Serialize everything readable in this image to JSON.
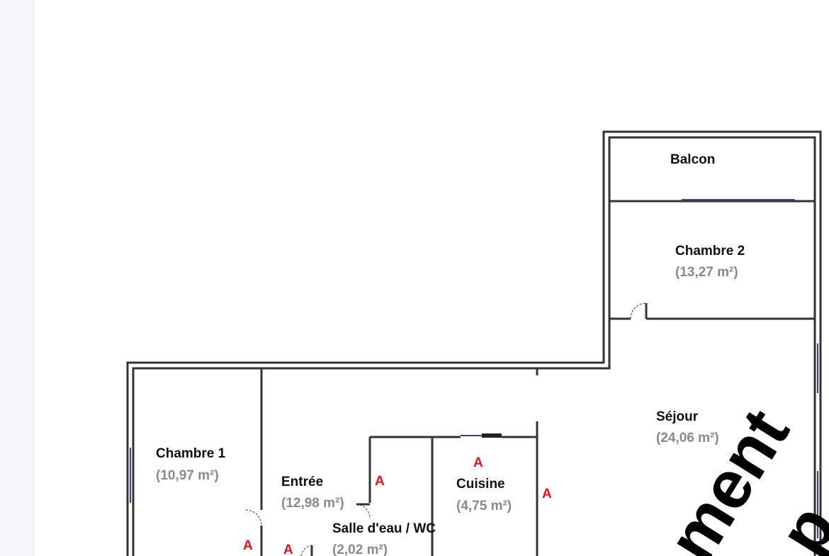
{
  "rooms": {
    "balcon": {
      "name": "Balcon"
    },
    "chambre2": {
      "name": "Chambre 2",
      "area": "(13,27 m²)"
    },
    "sejour": {
      "name": "Séjour",
      "area": "(24,06 m²)"
    },
    "chambre1": {
      "name": "Chambre 1",
      "area": "(10,97 m²)"
    },
    "entree": {
      "name": "Entrée",
      "area": "(12,98 m²)"
    },
    "cuisine": {
      "name": "Cuisine",
      "area": "(4,75 m²)"
    },
    "salle_eau": {
      "name": "Salle d'eau / WC",
      "area": "(2,02 m²)"
    }
  },
  "markers": {
    "label": "A"
  },
  "watermark": {
    "text": "ment",
    "text2": "p"
  },
  "colors": {
    "wall": "#333333",
    "window": "#3a3aa8",
    "marker": "#e8121b",
    "area_text": "#8a8a8a"
  }
}
